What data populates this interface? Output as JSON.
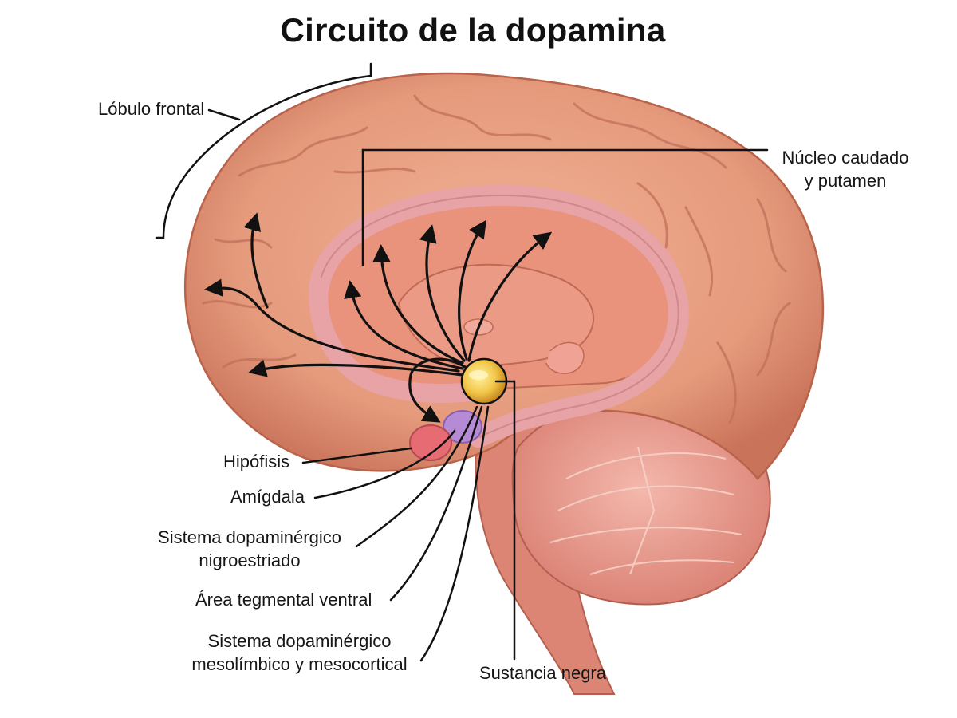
{
  "title": "Circuito de la dopamina",
  "labels": {
    "frontal": "Lóbulo frontal",
    "caudate_l1": "Núcleo caudado",
    "caudate_l2": "y putamen",
    "pituitary": "Hipófisis",
    "amygdala": "Amígdala",
    "nigro_l1": "Sistema dopaminérgico",
    "nigro_l2": "nigroestriado",
    "vta": "Área tegmental ventral",
    "meso_l1": "Sistema dopaminérgico",
    "meso_l2": "mesolímbico y mesocortical",
    "substantia": "Sustancia negra"
  },
  "colors": {
    "cortex": "#e59a7c",
    "cortex_dark": "#b9634b",
    "corpus_callosum": "#e8a3a6",
    "cerebellum": "#ea9c8f",
    "brainstem": "#dd8574",
    "amygdala": "#b58bd6",
    "pituitary": "#e76b73",
    "dopamine_center": "#f2c74a"
  }
}
